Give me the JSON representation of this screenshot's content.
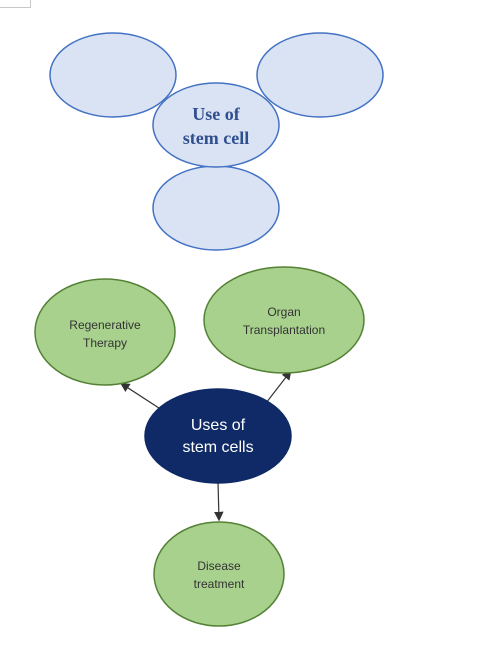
{
  "diagram_top": {
    "center_label_line1": "Use of",
    "center_label_line2": "stem cell",
    "colors": {
      "fill": "#dae3f3",
      "stroke": "#4472c4",
      "text": "#2f4f8f"
    }
  },
  "diagram_bottom": {
    "center": {
      "line1": "Uses of",
      "line2": "stem cells"
    },
    "nodes": {
      "regenerative": {
        "line1": "Regenerative",
        "line2": "Therapy"
      },
      "organ": {
        "line1": "Organ",
        "line2": "Transplantation"
      },
      "disease": {
        "line1": "Disease",
        "line2": "treatment"
      }
    },
    "colors": {
      "node_fill": "#a9d18e",
      "node_stroke": "#548235",
      "center_fill": "#0f2a66",
      "arrow": "#333333"
    }
  }
}
